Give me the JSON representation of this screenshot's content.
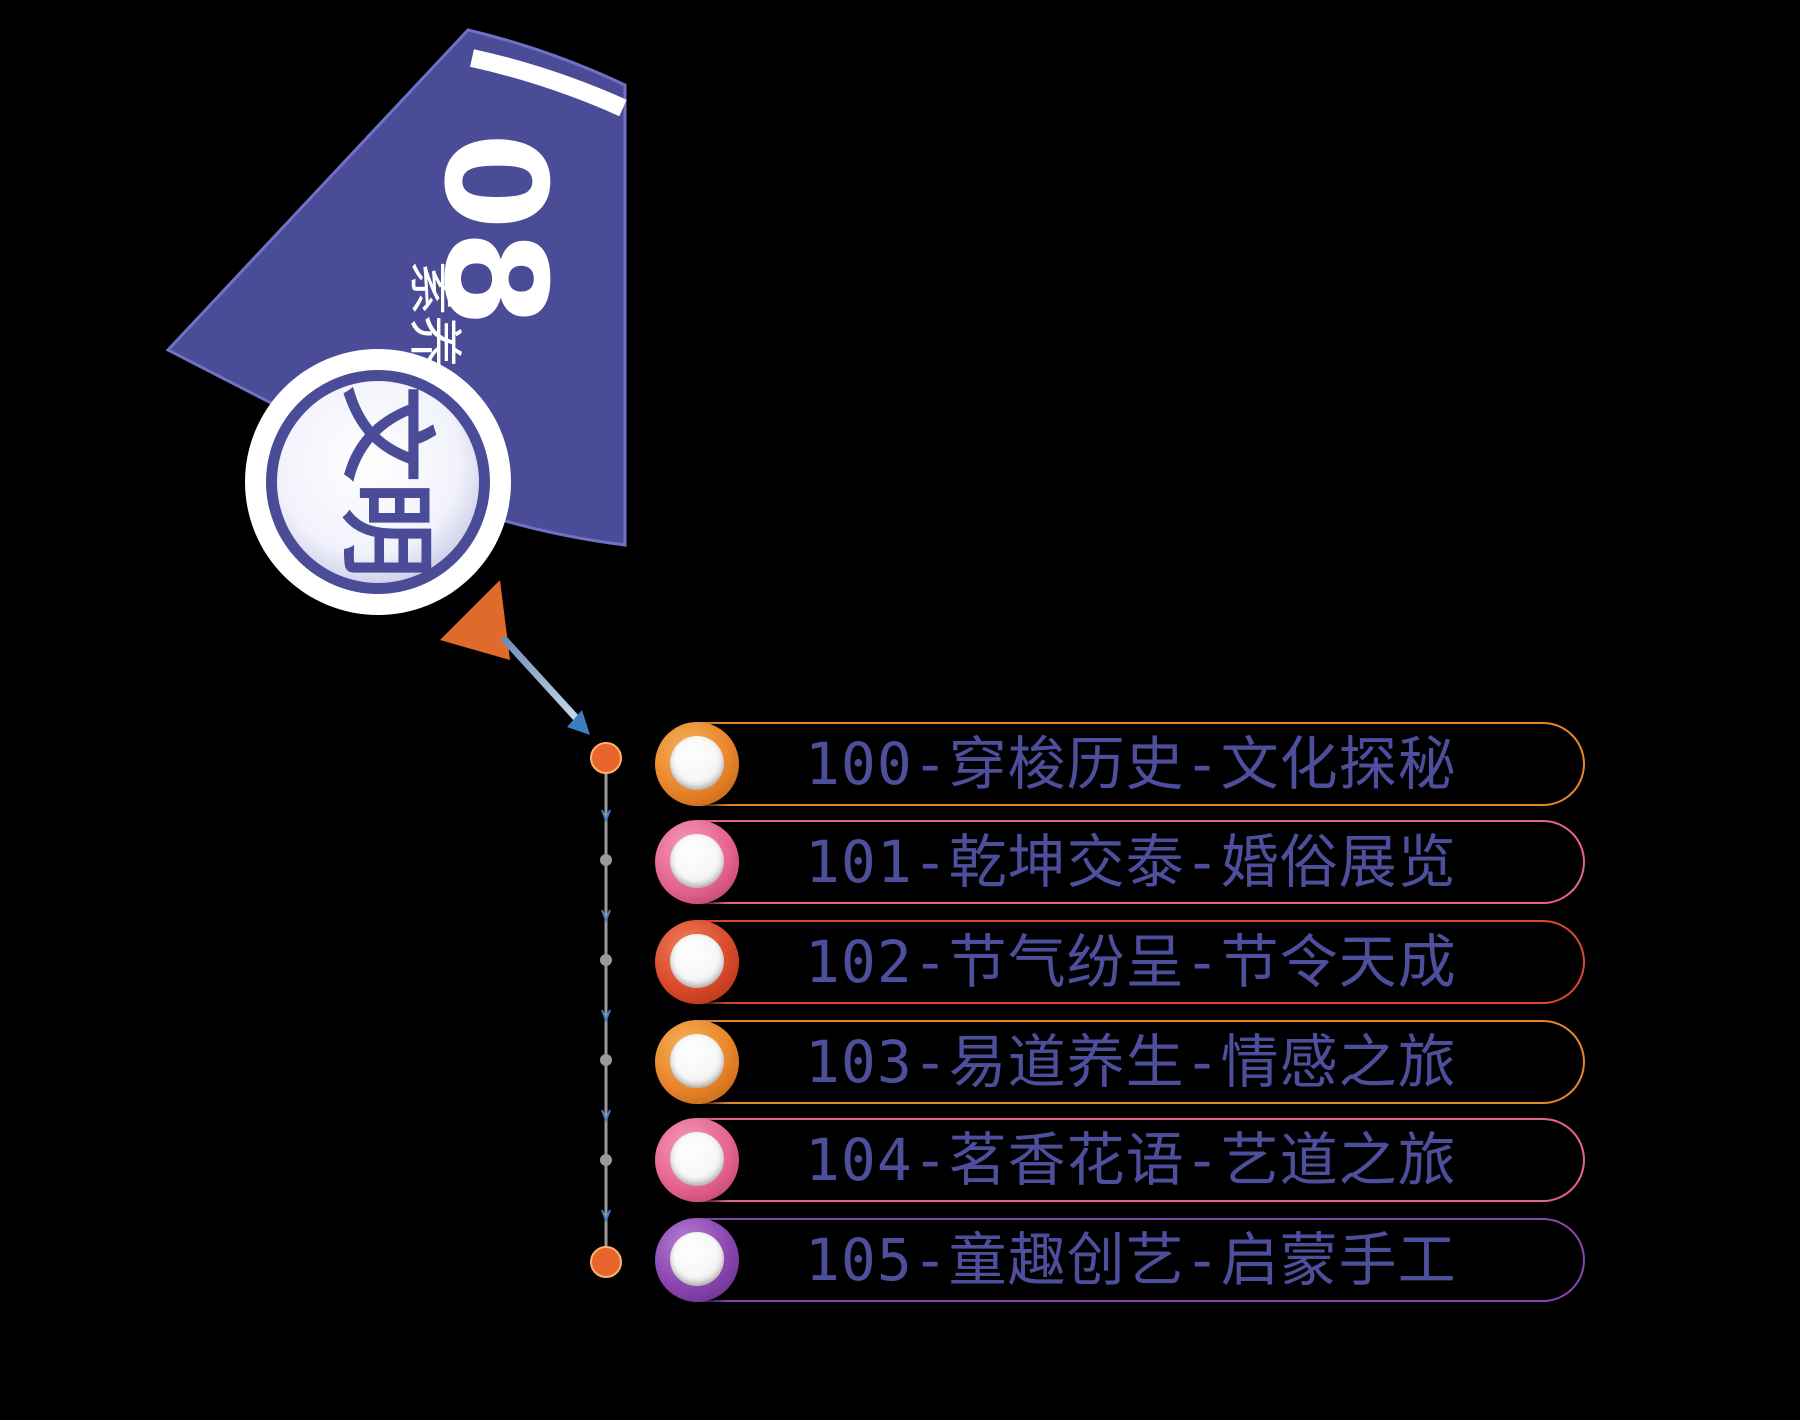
{
  "banner": {
    "number": "08",
    "subtitle": "素养",
    "seal_text": "文明"
  },
  "items": [
    {
      "label": "100-穿梭历史-文化探秘",
      "accent": "#e8852a",
      "accent_light": "#f5b25a",
      "accent_dark": "#b85a12"
    },
    {
      "label": "101-乾坤交泰-婚俗展览",
      "accent": "#e5648e",
      "accent_light": "#f49bb6",
      "accent_dark": "#b23a63"
    },
    {
      "label": "102-节气纷呈-节令天成",
      "accent": "#d9492a",
      "accent_light": "#f0805c",
      "accent_dark": "#a52d14"
    },
    {
      "label": "103-易道养生-情感之旅",
      "accent": "#e8852a",
      "accent_light": "#f5b25a",
      "accent_dark": "#b85a12"
    },
    {
      "label": "104-茗香花语-艺道之旅",
      "accent": "#e5648e",
      "accent_light": "#f49bb6",
      "accent_dark": "#b23a63"
    },
    {
      "label": "105-童趣创艺-启蒙手工",
      "accent": "#8a45b0",
      "accent_light": "#b883d6",
      "accent_dark": "#5c2a80"
    }
  ],
  "colors": {
    "banner_blue": "#4a4c97",
    "text_blue": "#4d4f9c",
    "pointer_orange": "#e0692c",
    "node_orange": "#e8662c"
  }
}
